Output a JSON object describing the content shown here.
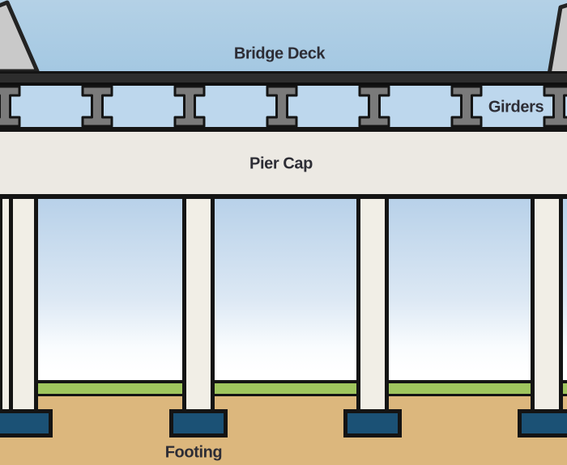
{
  "labels": {
    "bridge_deck": "Bridge Deck",
    "girders": "Girders",
    "pier_cap": "Pier Cap",
    "footing": "Footing"
  },
  "colors": {
    "sky_top": "#a9cce4",
    "girder_bay_blue": "#bdd7ed",
    "deck_dark": "#2d2d2d",
    "outline_black": "#141414",
    "girder_steel_gray": "#7a7a7a",
    "pier_cap_gray": "#ece9e3",
    "column_cream": "#f1eee6",
    "lower_sky_top": "#b8d1e9",
    "lower_sky_bottom": "#ffffff",
    "grass_green": "#9fc55e",
    "soil_tan": "#dcb77d",
    "footing_navy": "#1b5175",
    "pylon_gray": "#c9c9c9",
    "label_text": "#2d2d35"
  },
  "structure": {
    "girder_count": 7,
    "column_count": 4,
    "footing_count": 4,
    "pylon_count": 2
  }
}
